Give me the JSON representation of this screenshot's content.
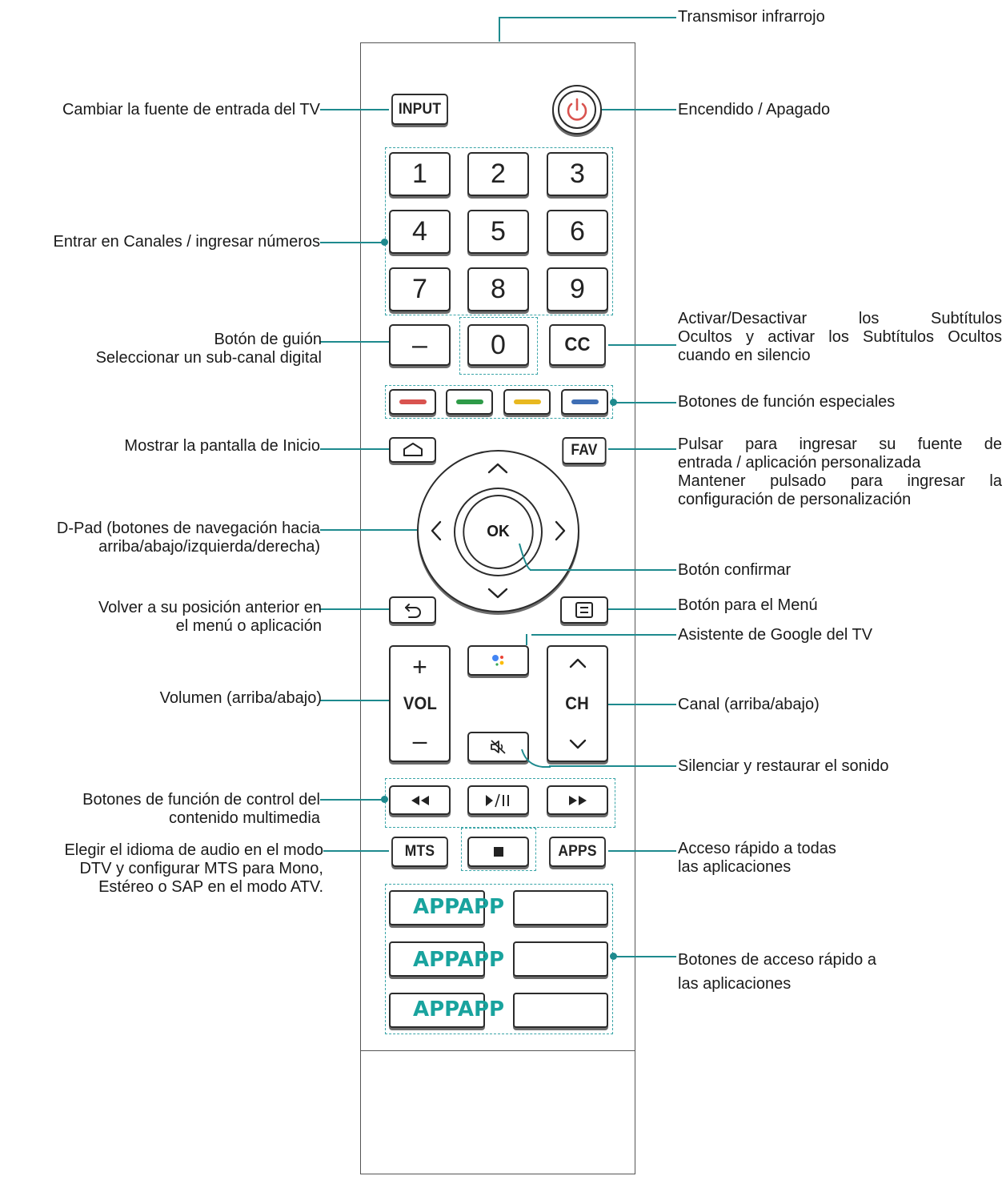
{
  "labels": {
    "ir": "Transmisor infrarrojo",
    "input_source": "Cambiar la fuente de entrada del TV",
    "power": "Encendido / Apagado",
    "numbers": "Entrar en Canales / ingresar números",
    "dash": [
      "Botón de guión",
      "Seleccionar un sub-canal digital"
    ],
    "cc": [
      "Activar/Desactivar los Subtítulos",
      "Ocultos y activar los Subtítulos Ocultos",
      "cuando en silencio"
    ],
    "special": "Botones de función especiales",
    "home": "Mostrar la pantalla de Inicio",
    "fav": [
      "Pulsar para ingresar su fuente de",
      "entrada / aplicación personalizada",
      "Mantener pulsado para ingresar la",
      "configuración de personalización"
    ],
    "dpad": [
      "D-Pad (botones de navegación hacia",
      "arriba/abajo/izquierda/derecha)"
    ],
    "ok": "Botón confirmar",
    "back": [
      "Volver a su posición anterior en",
      "el menú o aplicación"
    ],
    "menu": "Botón para el Menú",
    "assistant": "Asistente de Google del TV",
    "volume": "Volumen (arriba/abajo)",
    "channel": "Canal (arriba/abajo)",
    "mute": "Silenciar y restaurar el sonido",
    "media": [
      "Botones de función de control del",
      "contenido multimedia"
    ],
    "mts": [
      "Elegir el idioma de audio en el modo",
      "DTV y configurar MTS para Mono,",
      "Estéreo o SAP en el modo ATV."
    ],
    "apps": [
      "Acceso rápido a todas",
      "las aplicaciones"
    ],
    "app_shortcuts": [
      "Botones de acceso rápido a",
      "las aplicaciones"
    ]
  },
  "buttons": {
    "input": "INPUT",
    "digits": [
      "1",
      "2",
      "3",
      "4",
      "5",
      "6",
      "7",
      "8",
      "9"
    ],
    "dash": "–",
    "zero": "0",
    "cc": "CC",
    "fav": "FAV",
    "ok": "OK",
    "vol": "VOL",
    "ch": "CH",
    "mts": "MTS",
    "apps": "APPS",
    "app_slot": "APPAPP",
    "plus": "+",
    "minus": "–"
  },
  "colors": {
    "leader": "#1e8a8e",
    "group_outline": "#3aa5a8",
    "app_text": "#19a39e",
    "power_icon": "#d9534f",
    "key_red": "#d9534f",
    "key_green": "#2e9b48",
    "key_yellow": "#e8b820",
    "key_blue": "#3f6fb5"
  },
  "icons": {
    "power": "power-icon",
    "home": "home-icon",
    "back": "back-arrow-icon",
    "menu": "menu-icon",
    "assistant": "google-assistant-icon",
    "mute": "mute-icon",
    "rewind": "rewind-icon",
    "play_pause": "play-pause-icon",
    "fast_forward": "fast-forward-icon",
    "stop": "stop-icon"
  }
}
